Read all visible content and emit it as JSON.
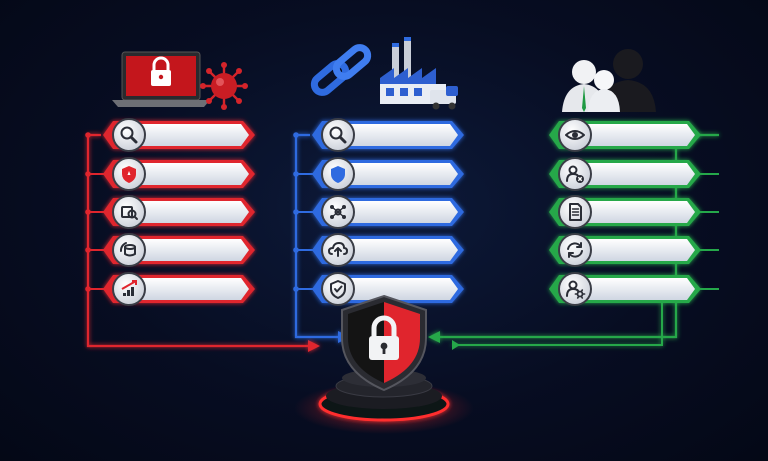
{
  "columns": [
    {
      "key": "red",
      "color": "#e0252d",
      "header_icons": [
        "locked-laptop-icon",
        "virus-icon"
      ],
      "rows": [
        {
          "icon": "magnifier-icon",
          "label": ""
        },
        {
          "icon": "shield-alert-icon",
          "label": ""
        },
        {
          "icon": "document-scan-icon",
          "label": ""
        },
        {
          "icon": "database-sync-icon",
          "label": ""
        },
        {
          "icon": "chart-growth-icon",
          "label": ""
        }
      ]
    },
    {
      "key": "blue",
      "color": "#2f6be0",
      "header_icons": [
        "chain-link-icon",
        "factory-icon"
      ],
      "rows": [
        {
          "icon": "magnifier-icon",
          "label": ""
        },
        {
          "icon": "shield-icon",
          "label": ""
        },
        {
          "icon": "network-nodes-icon",
          "label": ""
        },
        {
          "icon": "cloud-upload-icon",
          "label": ""
        },
        {
          "icon": "shield-check-icon",
          "label": ""
        }
      ]
    },
    {
      "key": "green",
      "color": "#25a84a",
      "header_icons": [
        "people-group-icon"
      ],
      "rows": [
        {
          "icon": "eye-icon",
          "label": ""
        },
        {
          "icon": "user-blocked-icon",
          "label": ""
        },
        {
          "icon": "document-list-icon",
          "label": ""
        },
        {
          "icon": "sync-arrows-icon",
          "label": ""
        },
        {
          "icon": "user-settings-icon",
          "label": ""
        }
      ]
    }
  ],
  "center": {
    "icon": "padlock-shield-icon",
    "shield_colors": [
      "#e0252d",
      "#141414"
    ]
  }
}
